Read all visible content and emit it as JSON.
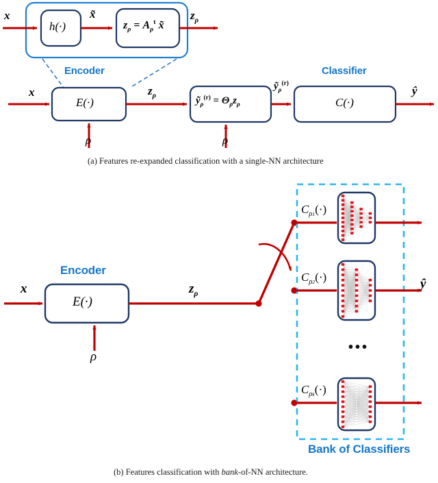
{
  "figure": {
    "title_a_caption": "(a) Features re-expanded classification with a single-NN architecture",
    "caption_b_pre": "(b) Features classification with ",
    "caption_b_em": "bank",
    "caption_b_post": "-of-NN architecture."
  },
  "colors": {
    "arrow_red": "#C00000",
    "box_navy": "#1F3864",
    "label_blue": "#1577C8",
    "outer_blue": "#1F7FD0",
    "dashed_cyan": "#29B6F0",
    "node_red": "#E8111C",
    "edge_gray": "#BFBFBF",
    "background": "#FFFFFF"
  },
  "panel_a": {
    "expansion": {
      "outer_box_name": "encoder-expansion-outline",
      "input_label": "x",
      "block1_label": "h(·)",
      "mid_label": "x̃",
      "block2_label": "zρ = Aρᵗ x̃",
      "output_label": "zρ"
    },
    "encoder_title": "Encoder",
    "encoder_block_label": "E(·)",
    "encoder_input_label": "x",
    "encoder_param_label": "ρ",
    "encoder_output_label": "zρ",
    "reexpand_block_label": "ỹρ⁽ʳ⁾ = Θρ zρ",
    "reexpand_param_label": "ρ",
    "reexpand_output_label": "ỹρ⁽ʳ⁾",
    "classifier_title": "Classifier",
    "classifier_block_label": "C(·)",
    "final_output_label": "ŷ"
  },
  "panel_b": {
    "encoder_title": "Encoder",
    "encoder_block_label": "E(·)",
    "encoder_input_label": "x",
    "encoder_param_label": "ρ",
    "encoder_output_label": "zρ",
    "bank_title": "Bank of Classifiers",
    "ellipsis": "•••",
    "final_output_label": "ŷ",
    "classifiers": [
      {
        "label": "Cρ₁(·)",
        "layers": [
          11,
          8,
          5,
          3
        ]
      },
      {
        "label": "Cρ₂(·)",
        "layers": [
          11,
          9,
          5
        ]
      },
      {
        "label": "Cρₖ(·)",
        "layers": [
          10,
          8
        ]
      }
    ]
  }
}
